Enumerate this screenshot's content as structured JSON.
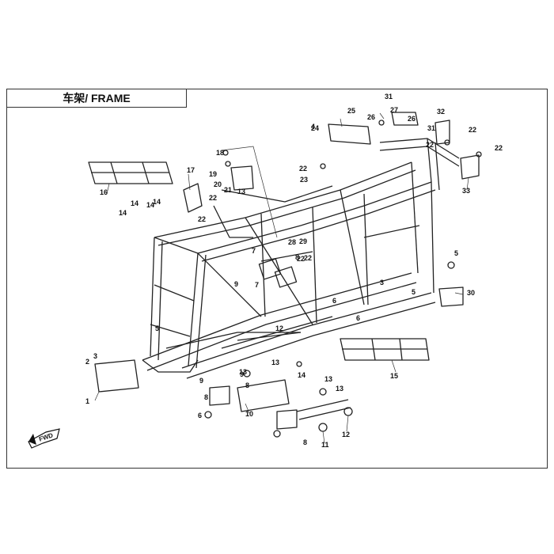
{
  "title": "车架/ FRAME",
  "fwd_label": "FWD",
  "callouts": [
    "1",
    "2",
    "3",
    "3",
    "4",
    "5",
    "5",
    "5",
    "6",
    "6",
    "6",
    "7",
    "7",
    "8",
    "8",
    "8",
    "8",
    "9",
    "9",
    "9",
    "10",
    "11",
    "12",
    "12",
    "13",
    "13",
    "13",
    "13",
    "13",
    "14",
    "14",
    "14",
    "14",
    "14",
    "15",
    "16",
    "17",
    "18",
    "19",
    "20",
    "21",
    "22",
    "22",
    "22",
    "22",
    "22",
    "22",
    "22",
    "22",
    "23",
    "24",
    "25",
    "26",
    "26",
    "27",
    "28",
    "29",
    "30",
    "31",
    "31",
    "32",
    "33"
  ]
}
